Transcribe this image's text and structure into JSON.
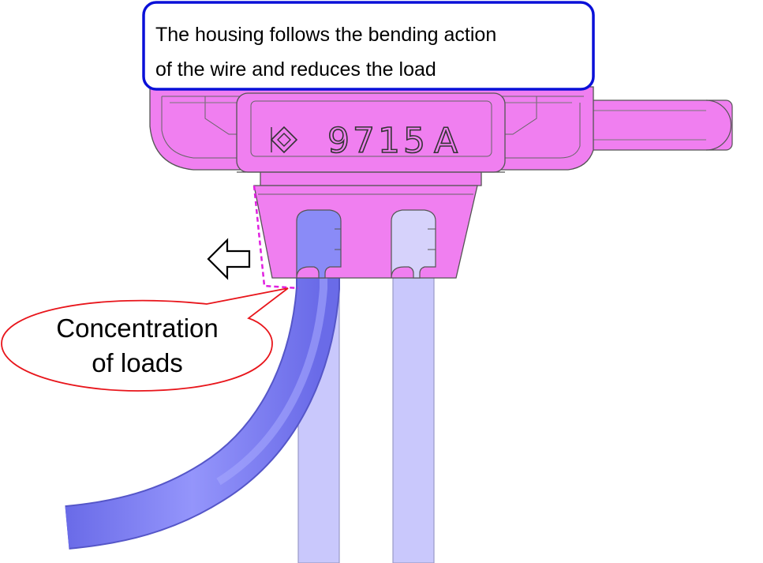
{
  "callout": {
    "line1": "The housing follows the bending action",
    "line2": "of the wire and reduces the load"
  },
  "bubble": {
    "line1": "Concentration",
    "line2": "of loads"
  },
  "stamp": {
    "code": "9715",
    "letter": "A"
  },
  "colors": {
    "housing": "#f07ff0",
    "wire_bent": "#7a7bf5",
    "wire_straight": "#c9c8fc",
    "callout_border": "#0a10d8",
    "bubble_border": "#e8151b",
    "dashed_outline": "#e020e0"
  },
  "icons": {
    "arrow": "left-arrow-icon",
    "logo": "diamond-logo-icon"
  }
}
